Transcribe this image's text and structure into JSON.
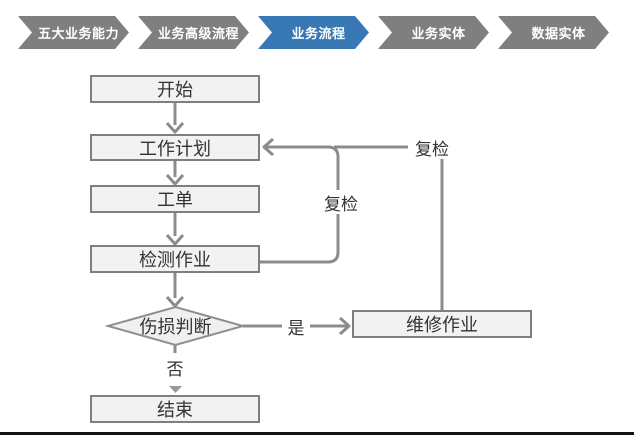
{
  "nav": {
    "tabs": [
      {
        "label": "五大业务能力",
        "active": false
      },
      {
        "label": "业务高级流程",
        "active": false
      },
      {
        "label": "业务流程",
        "active": true
      },
      {
        "label": "业务实体",
        "active": false
      },
      {
        "label": "数据实体",
        "active": false
      }
    ],
    "colors": {
      "active": "#3879b5",
      "inactive": "#7f7f7f",
      "text": "#ffffff"
    }
  },
  "flowchart": {
    "nodes": [
      {
        "id": "start",
        "label": "开始",
        "type": "process"
      },
      {
        "id": "work-plan",
        "label": "工作计划",
        "type": "process"
      },
      {
        "id": "work-order",
        "label": "工单",
        "type": "process"
      },
      {
        "id": "inspection-job",
        "label": "检测作业",
        "type": "process"
      },
      {
        "id": "damage-decision",
        "label": "伤损判断",
        "type": "decision"
      },
      {
        "id": "end",
        "label": "结束",
        "type": "process"
      },
      {
        "id": "repair-job",
        "label": "维修作业",
        "type": "process"
      }
    ],
    "edge_labels": {
      "recheck_from_inspection": "复检",
      "recheck_from_repair": "复检",
      "yes": "是",
      "no": "否"
    },
    "colors": {
      "connector": "#8c8c8c",
      "node_fill": "#f2f2f2",
      "node_border": "#7f7f7f",
      "text": "#333333"
    }
  }
}
